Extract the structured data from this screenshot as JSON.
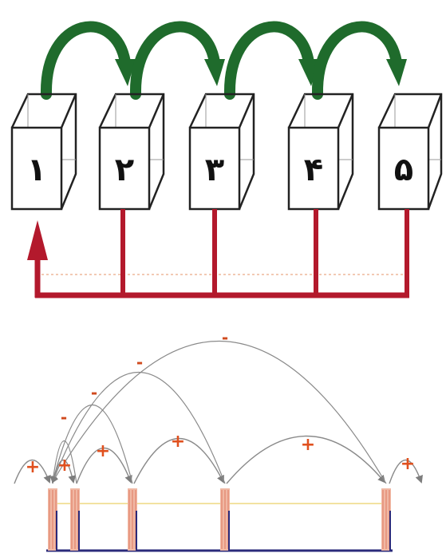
{
  "boxes": [
    {
      "label": "۱"
    },
    {
      "label": "۲"
    },
    {
      "label": "۳"
    },
    {
      "label": "۴"
    },
    {
      "label": "۵"
    }
  ],
  "colors": {
    "forward_arrow": "#1f6b2c",
    "return_arrow": "#b3192c",
    "box_stroke": "#222222",
    "slot_fill": "#f0b8a4",
    "slot_stripe": "#e07a5f",
    "line_yellow": "#f2e2a0",
    "line_navy": "#2a2a7a",
    "plus_sign": "#e0501e",
    "minus_sign": "#d04a1e",
    "arc_gray": "#8a8a8a"
  },
  "review": {
    "plus_signs": [
      "+",
      "+",
      "+",
      "+",
      "+",
      "+"
    ],
    "minus_signs": [
      "-",
      "-",
      "-",
      "-"
    ]
  }
}
